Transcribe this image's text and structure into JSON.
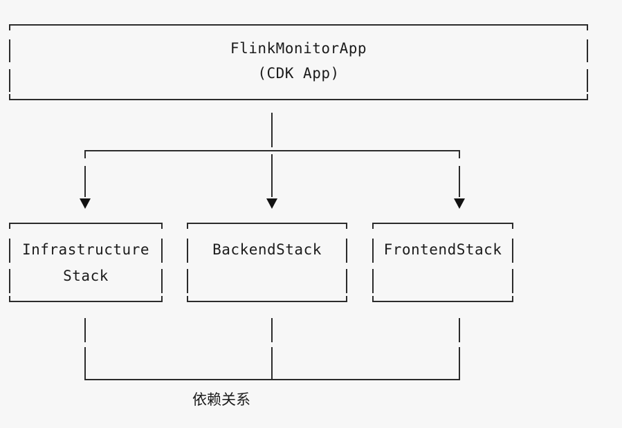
{
  "diagram": {
    "type": "ascii-art-architecture",
    "background_color": "#f7f7f7",
    "line_color": "#2b2b2b",
    "text_color": "#1b1b1b",
    "root": {
      "title": "FlinkMonitorApp",
      "subtitle": "(CDK App)"
    },
    "children": [
      {
        "id": "infrastructure-stack",
        "line1": "Infrastructure",
        "line2": "Stack"
      },
      {
        "id": "backend-stack",
        "line1": "BackendStack",
        "line2": ""
      },
      {
        "id": "frontend-stack",
        "line1": "FrontendStack",
        "line2": ""
      }
    ],
    "relation_label": "依赖关系"
  }
}
